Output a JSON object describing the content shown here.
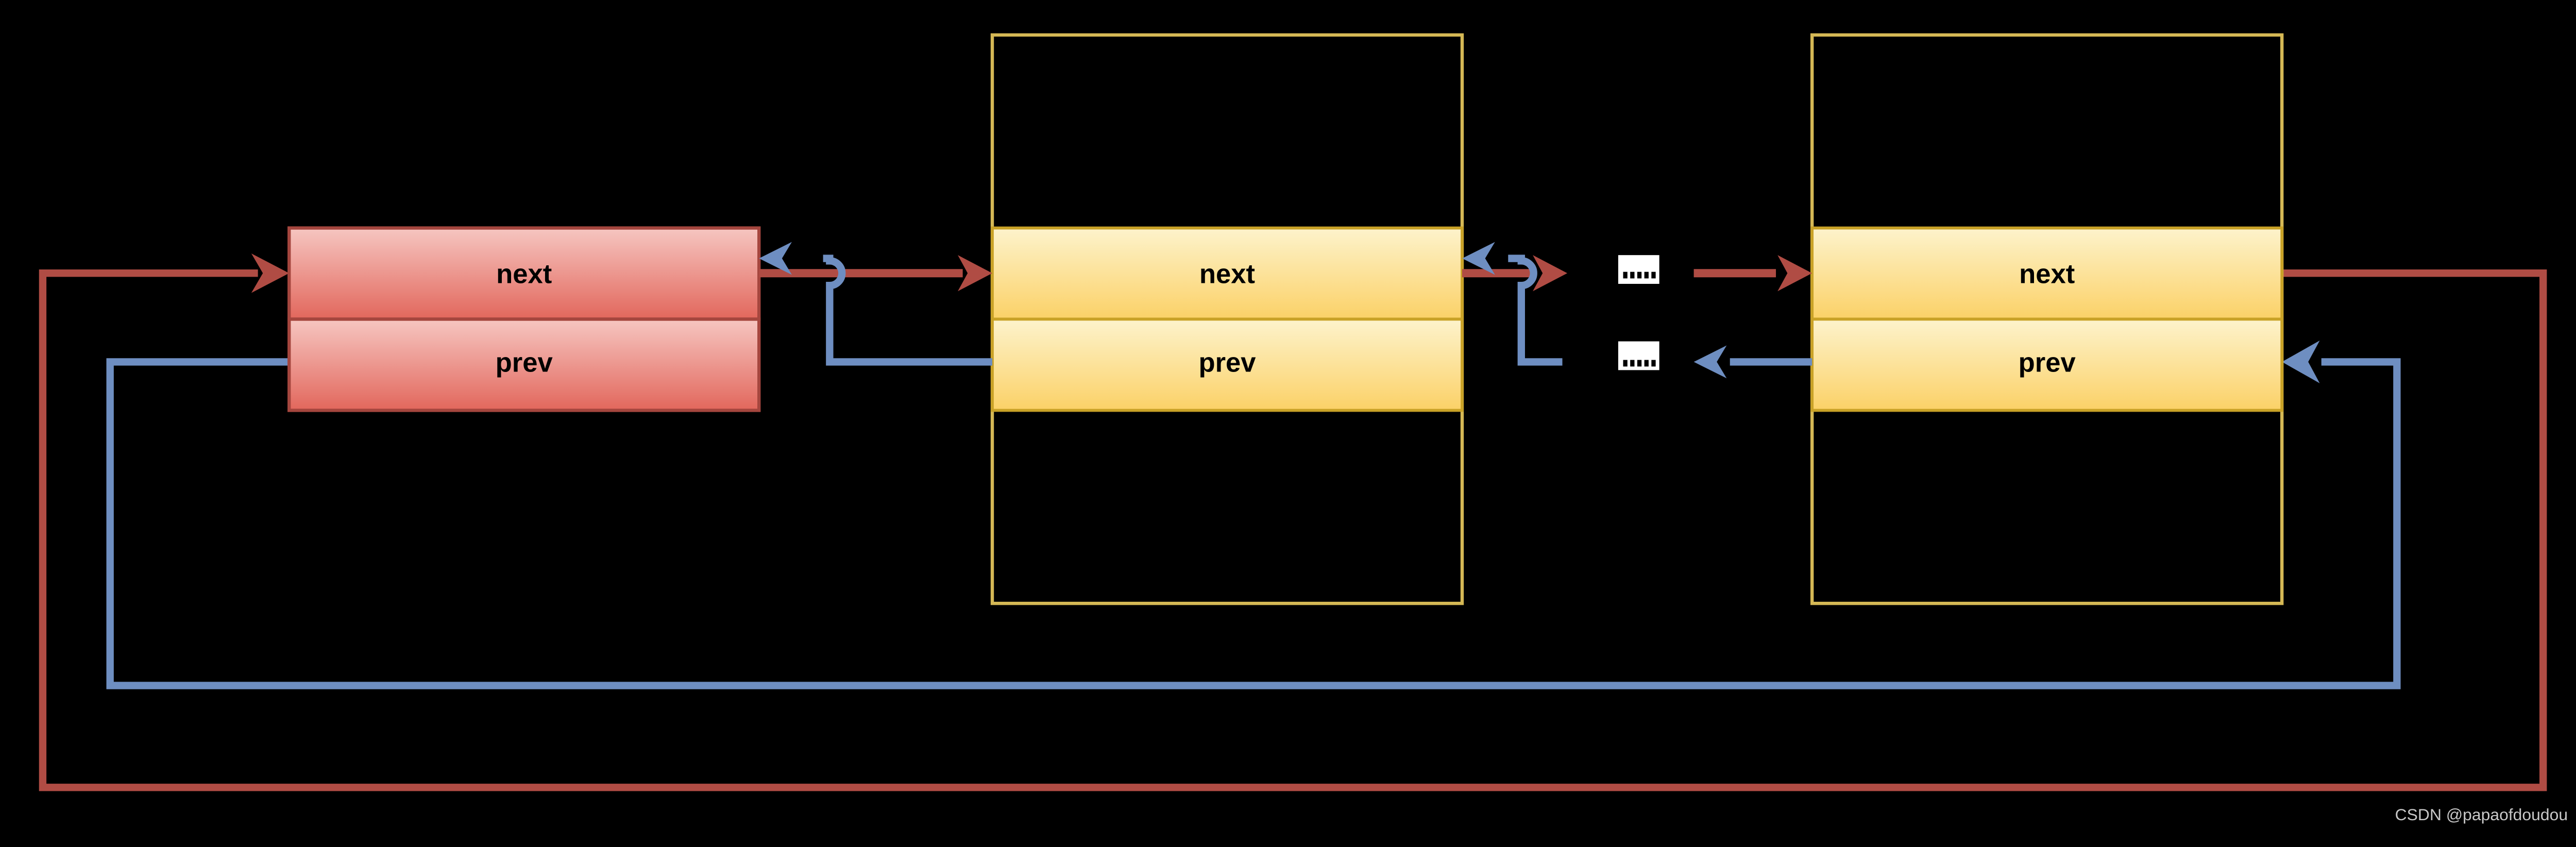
{
  "diagram": {
    "type": "doubly-circular-linked-list",
    "colors": {
      "background": "#000000",
      "next_pointer": "#B04C44",
      "prev_pointer": "#6E8EC1",
      "head_node_border": "#A5463E",
      "head_node_fill_top": "#F6C6C1",
      "head_node_fill_bottom": "#E2675C",
      "node_box_border": "#D5B855",
      "node_row_border": "#C9A227",
      "node_row_fill_top": "#FDF3CC",
      "node_row_fill_bottom": "#FBD167",
      "ellipsis_box": "#FFFFFF",
      "ellipsis_dots": "#000000"
    },
    "nodes": [
      {
        "id": "node-1",
        "kind": "head",
        "rows": [
          {
            "label": "next"
          },
          {
            "label": "prev"
          }
        ]
      },
      {
        "id": "node-2",
        "kind": "inner",
        "rows": [
          {
            "label": "next"
          },
          {
            "label": "prev"
          }
        ]
      },
      {
        "id": "node-3",
        "kind": "tail",
        "rows": [
          {
            "label": "next"
          },
          {
            "label": "prev"
          }
        ]
      }
    ],
    "ellipsis_markers": [
      {
        "between": "node-2 and node-3",
        "row": "next"
      },
      {
        "between": "node-2 and node-3",
        "row": "prev"
      }
    ],
    "edges": [
      {
        "pointer": "next",
        "from": "node-1",
        "to": "node-2"
      },
      {
        "pointer": "next",
        "from": "node-2",
        "to": "ellipsis"
      },
      {
        "pointer": "next",
        "from": "ellipsis",
        "to": "node-3"
      },
      {
        "pointer": "next",
        "from": "node-3",
        "to": "node-1",
        "route": "bottom-loop"
      },
      {
        "pointer": "prev",
        "from": "node-2",
        "to": "node-1"
      },
      {
        "pointer": "prev",
        "from": "ellipsis",
        "to": "node-2"
      },
      {
        "pointer": "prev",
        "from": "node-3",
        "to": "ellipsis"
      },
      {
        "pointer": "prev",
        "from": "node-1",
        "to": "node-3",
        "route": "bottom-loop"
      }
    ]
  },
  "watermark": {
    "text": "CSDN @papaofdoudou",
    "color": "#C8C8C8"
  }
}
